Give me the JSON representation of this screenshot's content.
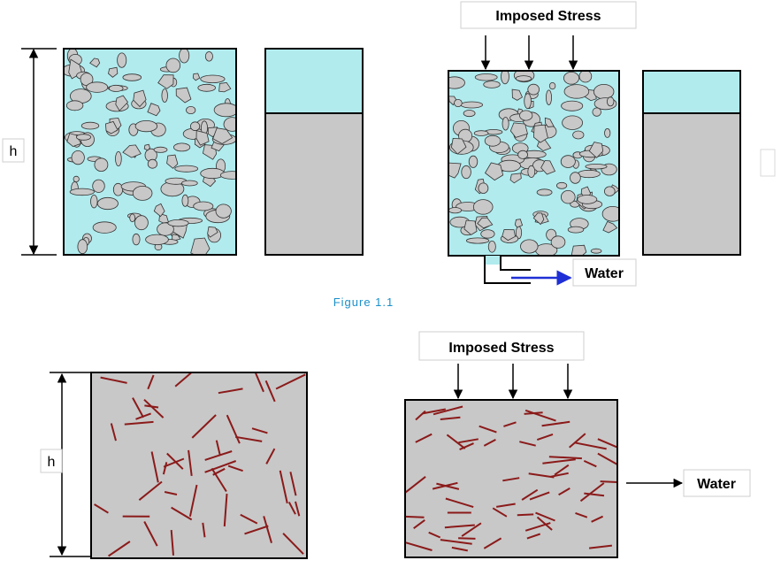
{
  "figure1": {
    "h_label": "h",
    "stress_label": "Imposed Stress",
    "water_label": "Water",
    "caption": "Figure 1.1"
  },
  "figure2": {
    "h_label": "h",
    "stress_label": "Imposed Stress",
    "water_label": "Water"
  },
  "colors": {
    "water": "#b1ebee",
    "solid": "#c8c8c8",
    "outline": "#000000",
    "particle": "#c8c8c8",
    "platelet": "#8b1a1a",
    "flow_arrow": "#1f2fd6",
    "caption": "#1a8fc9"
  }
}
